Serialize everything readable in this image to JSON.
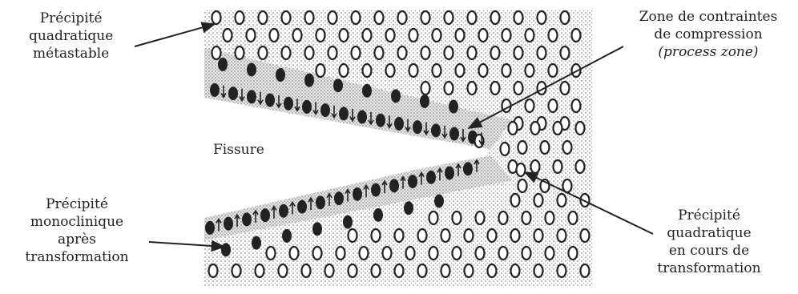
{
  "labels": {
    "metastable": [
      "Précipité",
      "quadratique",
      "métastable"
    ],
    "compression": [
      "Zone de contraintes",
      "de compression",
      "(process zone)"
    ],
    "fissure": "Fissure",
    "monoclinique": [
      "Précipité",
      "monoclinique",
      "après",
      "transformation"
    ],
    "transformation": [
      "Précipité",
      "quadratique",
      "en cours de",
      "transformation"
    ]
  },
  "colors": {
    "ink": "#222222",
    "speckle": "#9a9a9a",
    "background": "#ffffff"
  },
  "legend": {
    "open_circle": "Précipité quadratique métastable",
    "filled_circle": "Précipité monoclinique après transformation",
    "arrows": "contraintes de compression"
  }
}
